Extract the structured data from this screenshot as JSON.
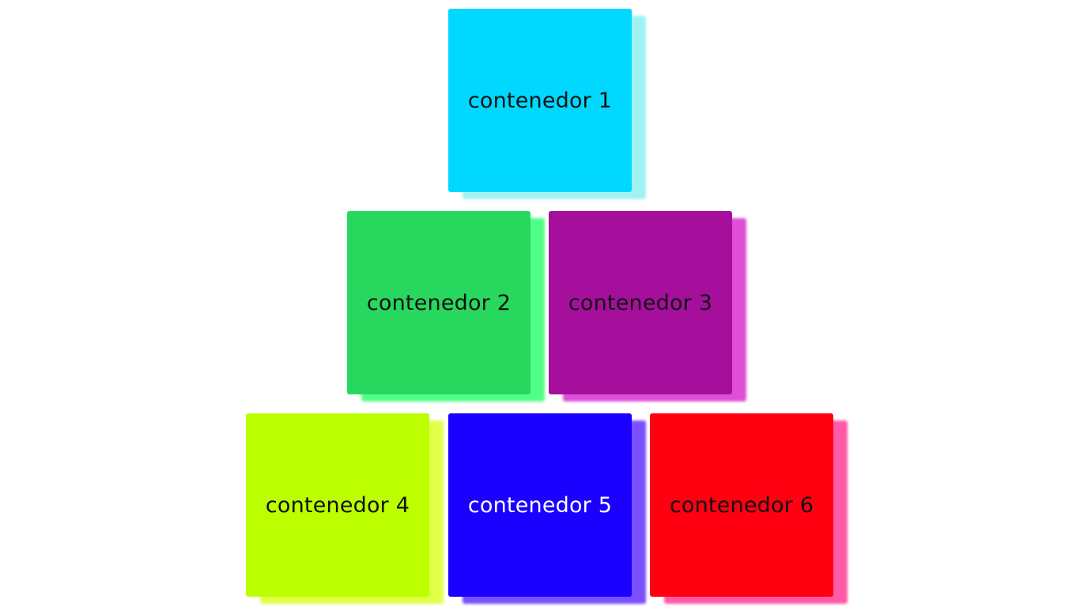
{
  "containers": [
    {
      "label": "contenedor 1",
      "color": "#00d8ff",
      "shadow": "#9ff3f3",
      "text_color": "#111111"
    },
    {
      "label": "contenedor 2",
      "color": "#28d85e",
      "shadow": "#50ff86",
      "text_color": "#111111"
    },
    {
      "label": "contenedor 3",
      "color": "#a50f9c",
      "shadow": "#df50d6",
      "text_color": "#111111"
    },
    {
      "label": "contenedor 4",
      "color": "#bbff00",
      "shadow": "#e2ff48",
      "text_color": "#111111"
    },
    {
      "label": "contenedor 5",
      "color": "#1b00ff",
      "shadow": "#7a50ff",
      "text_color": "#ffffff"
    },
    {
      "label": "contenedor 6",
      "color": "#ff0010",
      "shadow": "#ff5aa8",
      "text_color": "#111111"
    }
  ]
}
